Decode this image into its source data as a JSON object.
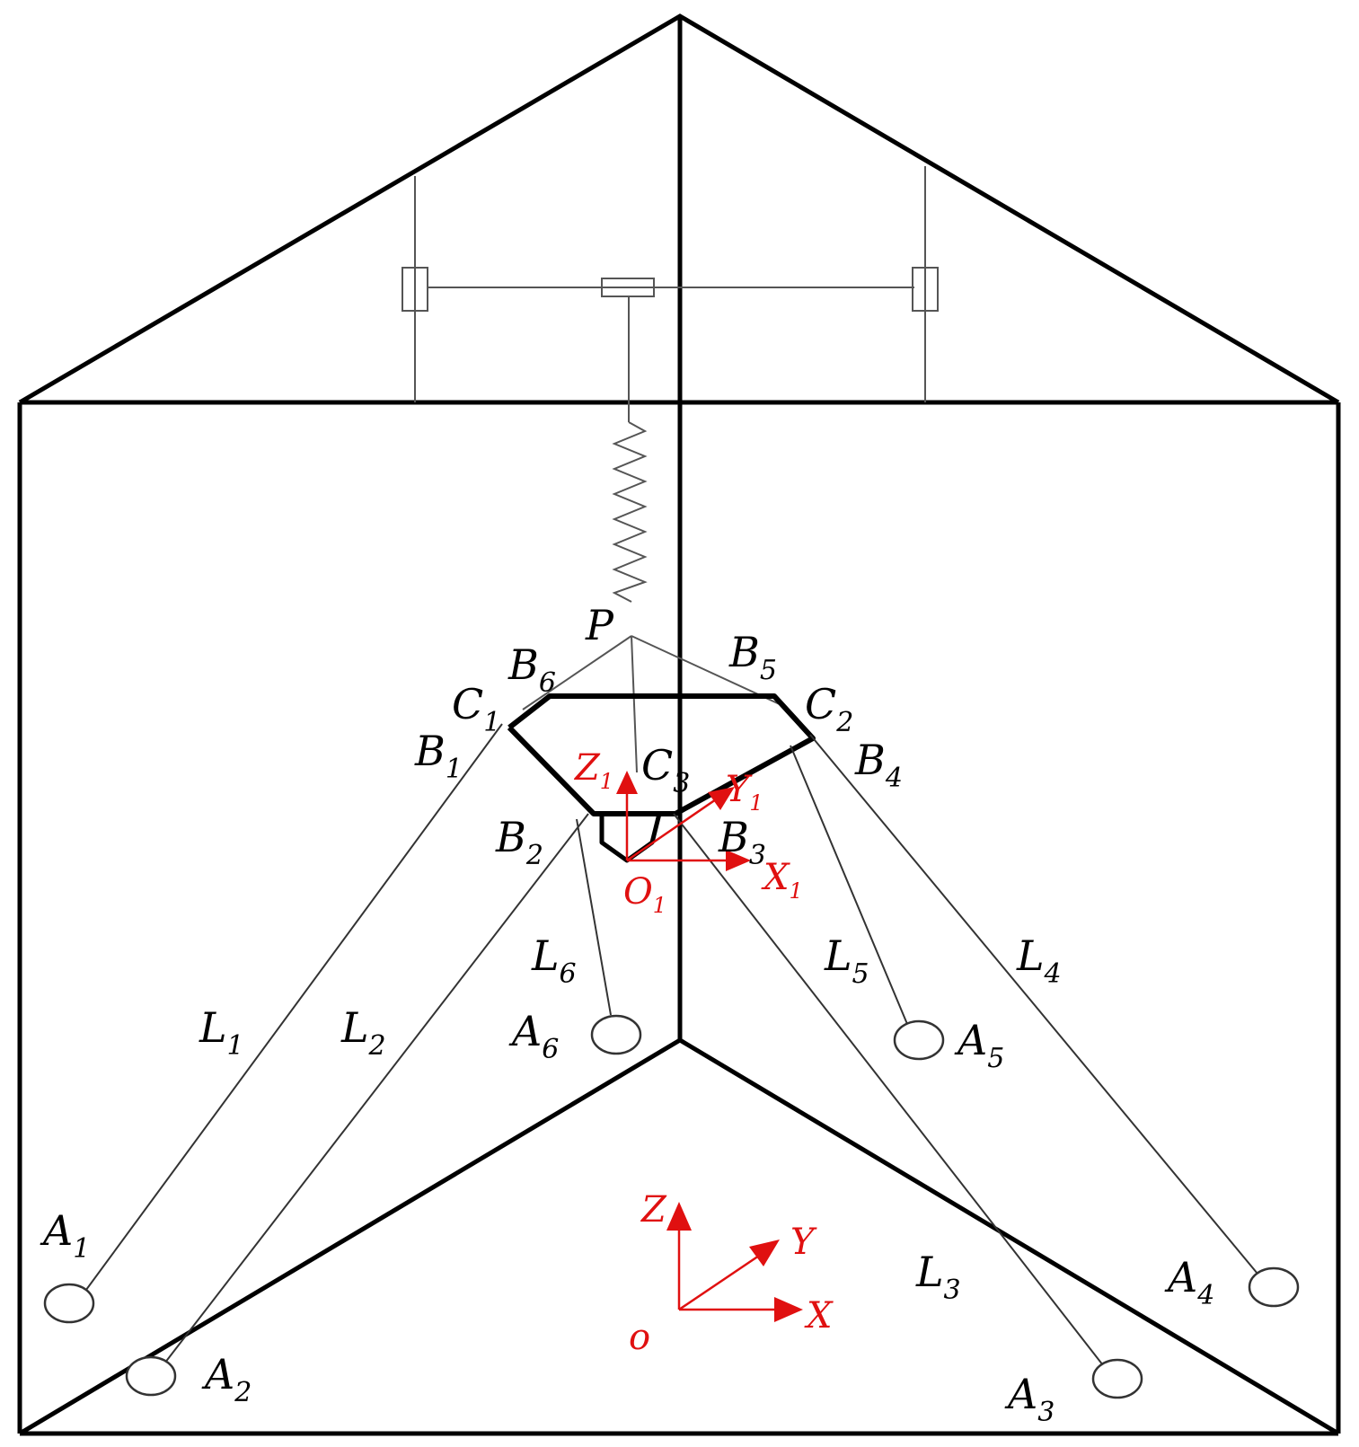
{
  "labels": {
    "P": {
      "main": "P",
      "sub": ""
    },
    "B1": {
      "main": "B",
      "sub": "1"
    },
    "B2": {
      "main": "B",
      "sub": "2"
    },
    "B3": {
      "main": "B",
      "sub": "3"
    },
    "B4": {
      "main": "B",
      "sub": "4"
    },
    "B5": {
      "main": "B",
      "sub": "5"
    },
    "B6": {
      "main": "B",
      "sub": "6"
    },
    "C1": {
      "main": "C",
      "sub": "1"
    },
    "C2": {
      "main": "C",
      "sub": "2"
    },
    "C3": {
      "main": "C",
      "sub": "3"
    },
    "L1": {
      "main": "L",
      "sub": "1"
    },
    "L2": {
      "main": "L",
      "sub": "2"
    },
    "L3": {
      "main": "L",
      "sub": "3"
    },
    "L4": {
      "main": "L",
      "sub": "4"
    },
    "L5": {
      "main": "L",
      "sub": "5"
    },
    "L6": {
      "main": "L",
      "sub": "6"
    },
    "A1": {
      "main": "A",
      "sub": "1"
    },
    "A2": {
      "main": "A",
      "sub": "2"
    },
    "A3": {
      "main": "A",
      "sub": "3"
    },
    "A4": {
      "main": "A",
      "sub": "4"
    },
    "A5": {
      "main": "A",
      "sub": "5"
    },
    "A6": {
      "main": "A",
      "sub": "6"
    }
  },
  "local_frame": {
    "origin": {
      "main": "O",
      "sub": "1"
    },
    "x": {
      "main": "X",
      "sub": "1"
    },
    "y": {
      "main": "Y",
      "sub": "1"
    },
    "z": {
      "main": "Z",
      "sub": "1"
    }
  },
  "global_frame": {
    "origin": "o",
    "x": "X",
    "y": "Y",
    "z": "Z"
  },
  "colors": {
    "frame": "#000000",
    "axes": "#e01010"
  }
}
